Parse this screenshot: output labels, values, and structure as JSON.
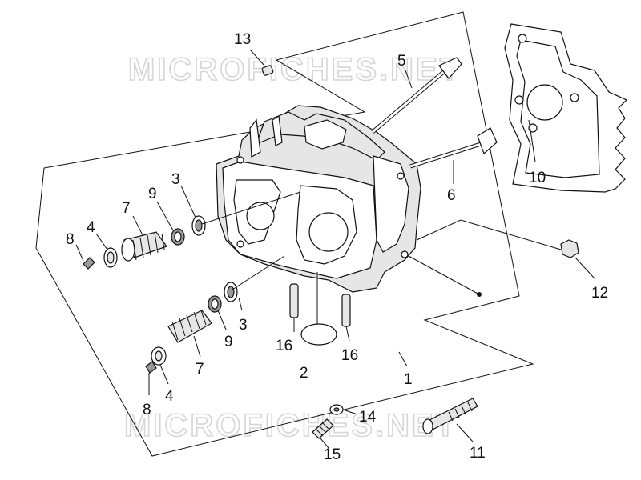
{
  "watermark": {
    "top": "MICROFICHES.NET",
    "bottom": "MICROFICHES.NET"
  },
  "callouts": {
    "c1": "1",
    "c2": "2",
    "c3a": "3",
    "c3b": "3",
    "c4a": "4",
    "c4b": "4",
    "c5": "5",
    "c6": "6",
    "c7a": "7",
    "c7b": "7",
    "c8a": "8",
    "c8b": "8",
    "c9a": "9",
    "c9b": "9",
    "c10": "10",
    "c11": "11",
    "c12": "12",
    "c13": "13",
    "c14": "14",
    "c15": "15",
    "c16a": "16",
    "c16b": "16"
  },
  "parts": {
    "cylinder_head": "cylinder-head",
    "head_gasket": "head-gasket",
    "intake_valve": "valve",
    "exhaust_valve": "valve",
    "valve_spring": "valve-spring",
    "spring_cap": "spring-cap",
    "valve_collet": "valve-collet",
    "oil_seal": "oil-seal",
    "spring_washer": "spring-washer",
    "o_ring": "o-ring",
    "bolt": "bolt",
    "nut": "nut",
    "washer": "washer",
    "stud": "stud",
    "dowel_pin": "dowel-pin",
    "plug": "plug"
  }
}
